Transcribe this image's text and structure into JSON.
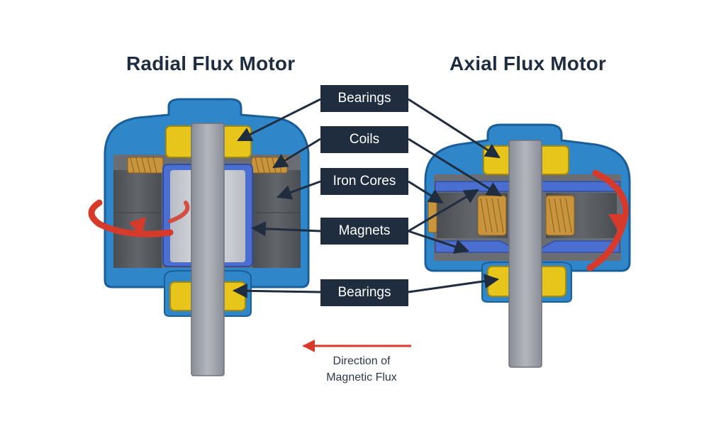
{
  "titles": {
    "radial": "Radial Flux Motor",
    "axial": "Axial Flux Motor"
  },
  "labels": {
    "bearings_top": "Bearings",
    "coils": "Coils",
    "iron_cores": "Iron Cores",
    "magnets": "Magnets",
    "bearings_bottom": "Bearings"
  },
  "legend": {
    "flux_caption_line1": "Direction of",
    "flux_caption_line2": "Magnetic Flux"
  },
  "colors": {
    "housing_blue": "#2f86c9",
    "housing_blue_dark": "#1a5f99",
    "iron_core_gray": "#55595e",
    "bearing_yellow": "#e8c51a",
    "magnet_blue": "#4a6fd1",
    "coil_copper": "#c8953e",
    "shaft_gray": "#9ea2ab",
    "label_bg": "#1f2d3f",
    "arrow_navy": "#1f2d3f",
    "rotation_red": "#d63a2a"
  }
}
